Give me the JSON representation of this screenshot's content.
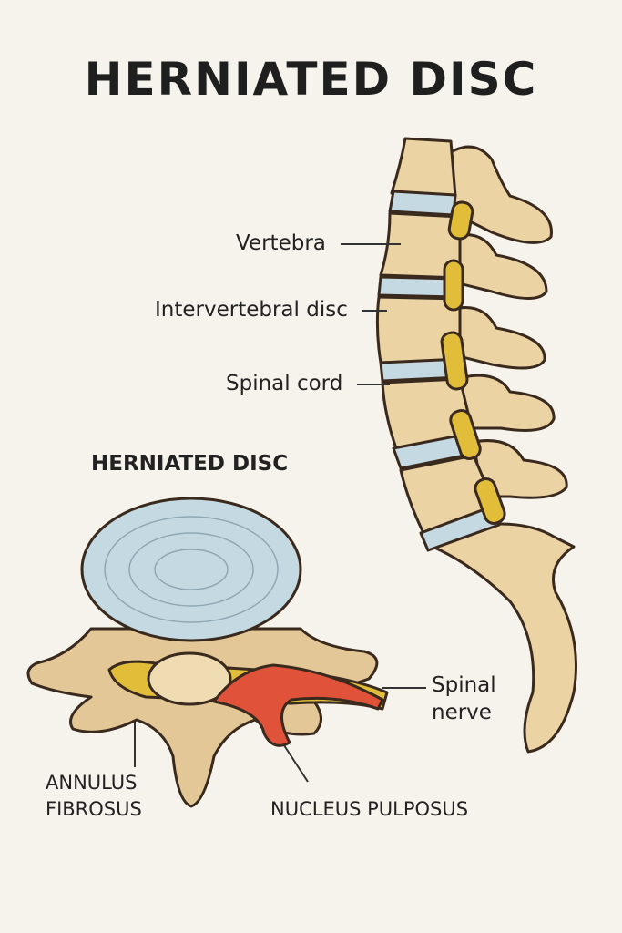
{
  "title": "HERNIATED DISC",
  "subtitle": "HERNIATED DISC",
  "labels": {
    "vertebra": "Vertebra",
    "intervertebral_disc": "Intervertebral disc",
    "spinal_cord": "Spinal cord",
    "spinal_nerve_1": "Spinal",
    "spinal_nerve_2": "nerve",
    "annulus_1": "ANNULUS",
    "annulus_2": "FIBROSUS",
    "nucleus": "NUCLEUS PULPOSUS"
  },
  "colors": {
    "bone": "#ecd3a3",
    "outline": "#3a2a1e",
    "disc": "#c5d9e2",
    "nerve": "#e2bd3a",
    "herniation": "#e0533a",
    "background": "#f6f2ec"
  }
}
